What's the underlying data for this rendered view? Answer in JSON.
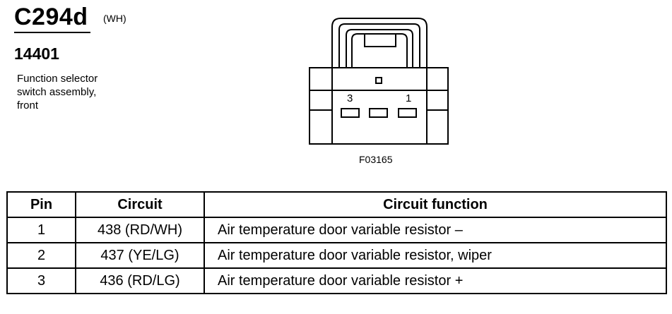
{
  "header": {
    "connector_id": "C294d",
    "connector_color": "(WH)",
    "part_number": "14401",
    "description_lines": [
      "Function selector",
      "switch assembly,",
      "front"
    ]
  },
  "diagram": {
    "pin_labels": [
      "3",
      "1"
    ],
    "figure_id": "F03165"
  },
  "table": {
    "headers": [
      "Pin",
      "Circuit",
      "Circuit function"
    ],
    "rows": [
      {
        "pin": "1",
        "circuit": "438 (RD/WH)",
        "function": "Air temperature door variable resistor –"
      },
      {
        "pin": "2",
        "circuit": "437 (YE/LG)",
        "function": "Air temperature door variable resistor, wiper"
      },
      {
        "pin": "3",
        "circuit": "436 (RD/LG)",
        "function": "Air temperature door variable resistor +"
      }
    ]
  }
}
